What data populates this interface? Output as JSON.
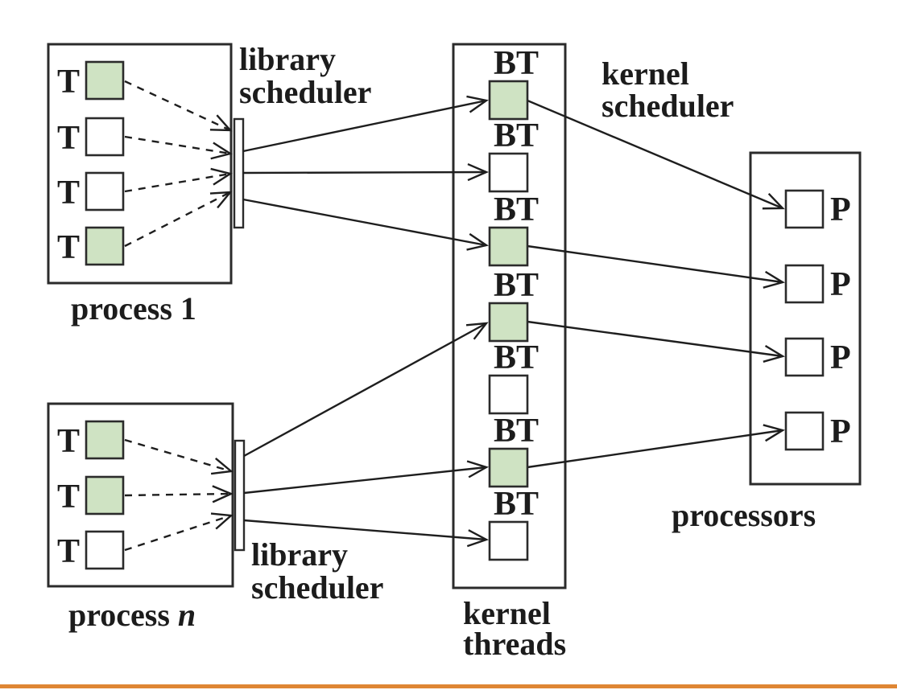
{
  "colors": {
    "thread_active_green": "#cfe3c3",
    "thread_idle_white": "#ffffff",
    "divider_orange": "#df8634"
  },
  "process_1": {
    "caption": "process 1",
    "scheduler": {
      "line1": "library",
      "line2": "scheduler"
    },
    "threads": [
      {
        "label": "T",
        "fill": "#cfe3c3"
      },
      {
        "label": "T",
        "fill": "#ffffff"
      },
      {
        "label": "T",
        "fill": "#ffffff"
      },
      {
        "label": "T",
        "fill": "#cfe3c3"
      }
    ]
  },
  "process_n": {
    "caption_prefix": "process ",
    "caption_italic": "n",
    "scheduler": {
      "line1": "library",
      "line2": "scheduler"
    },
    "threads": [
      {
        "label": "T",
        "fill": "#cfe3c3"
      },
      {
        "label": "T",
        "fill": "#cfe3c3"
      },
      {
        "label": "T",
        "fill": "#ffffff"
      }
    ]
  },
  "kernel_scheduler": {
    "line1": "kernel",
    "line2": "scheduler"
  },
  "kernel_threads": {
    "caption": {
      "line1": "kernel",
      "line2": "threads"
    },
    "items": [
      {
        "label": "BT",
        "fill": "#cfe3c3"
      },
      {
        "label": "BT",
        "fill": "#ffffff"
      },
      {
        "label": "BT",
        "fill": "#cfe3c3"
      },
      {
        "label": "BT",
        "fill": "#cfe3c3"
      },
      {
        "label": "BT",
        "fill": "#ffffff"
      },
      {
        "label": "BT",
        "fill": "#cfe3c3"
      },
      {
        "label": "BT",
        "fill": "#ffffff"
      }
    ]
  },
  "processors": {
    "caption": "processors",
    "items": [
      {
        "label": "P",
        "fill": "#ffffff"
      },
      {
        "label": "P",
        "fill": "#ffffff"
      },
      {
        "label": "P",
        "fill": "#ffffff"
      },
      {
        "label": "P",
        "fill": "#ffffff"
      }
    ]
  }
}
